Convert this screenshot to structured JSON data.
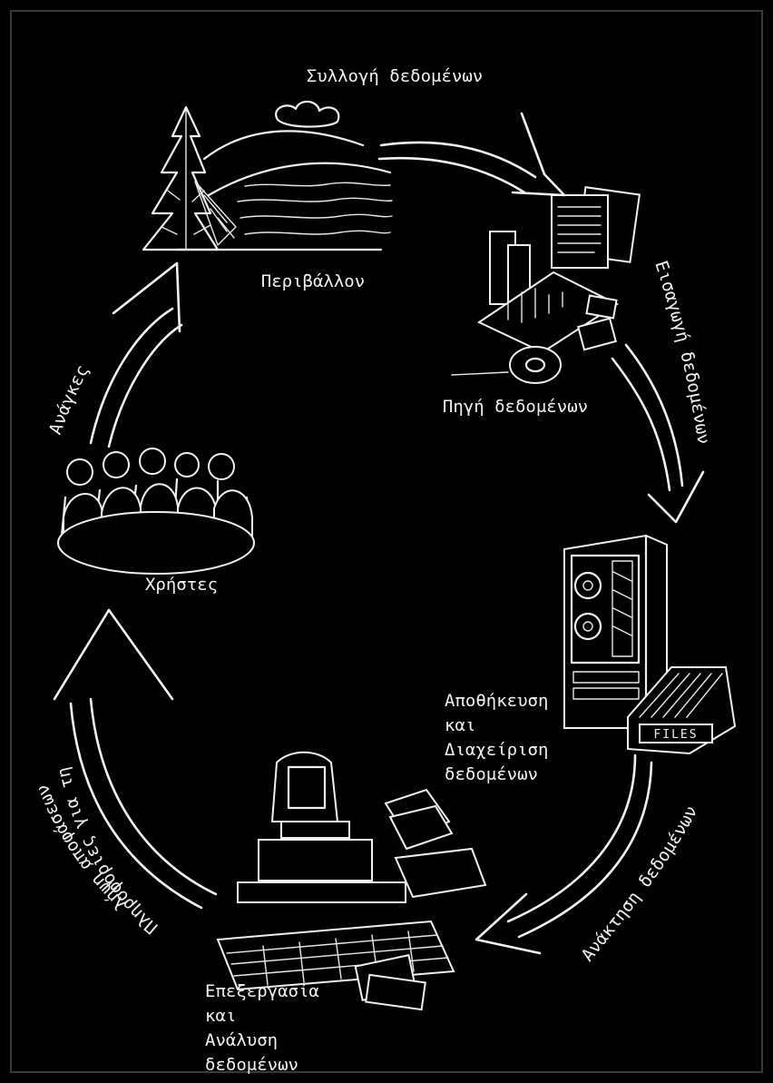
{
  "nodes": {
    "environment": "Περιβάλλον",
    "data_source": "Πηγή δεδομένων",
    "storage": [
      "Αποθήκευση",
      "και",
      "Διαχείριση",
      "δεδομένων"
    ],
    "processing": [
      "Επεξεργασία",
      "και",
      "Ανάλυση",
      "δεδομένων"
    ],
    "users": "Χρήστες",
    "files_tag": "FILES"
  },
  "edges": {
    "collection": "Συλλογή δεδομένων",
    "entry": "Εισαγωγή δεδομένων",
    "retrieval": "Ανάκτηση δεδομένων",
    "information": "Πληροφορίες για τη",
    "information_2": "λήψη αποφάσεων",
    "needs": "Ανάγκες"
  },
  "colors": {
    "background": "#000000",
    "ink": "#f0f0f0"
  }
}
